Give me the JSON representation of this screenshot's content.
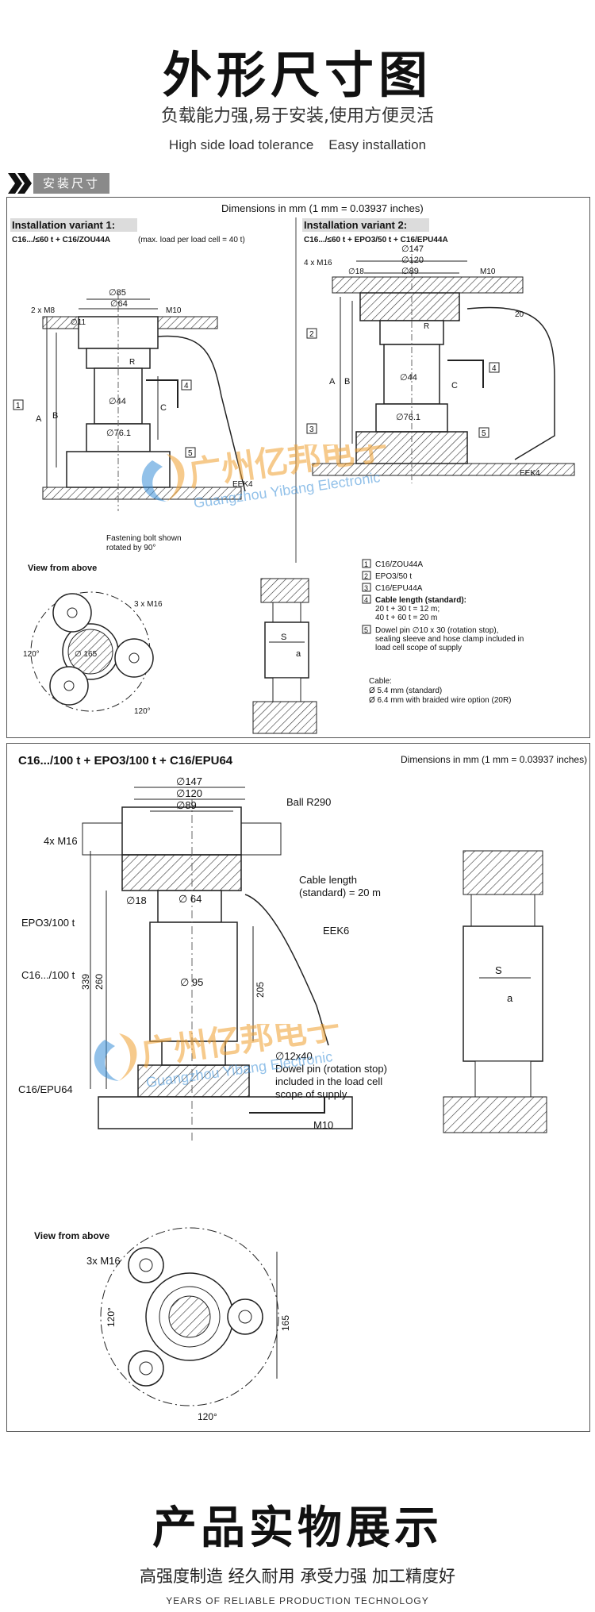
{
  "hero": {
    "title": "外形尺寸图",
    "subtitle": "负载能力强,易于安装,使用方便灵活",
    "english": "High side load tolerance    Easy installation"
  },
  "section_tag": {
    "label": "安装尺寸"
  },
  "panel1": {
    "header": "Dimensions in mm (1 mm = 0.03937 inches)",
    "variant1": {
      "title": "Installation variant 1:",
      "model": "C16.../≤60  t + C16/ZOU44A",
      "note": "(max. load per load cell = 40  t)",
      "dims": [
        "∅85",
        "∅64",
        "2 x M8",
        "∅11",
        "M10",
        "R",
        "∅44",
        "∅76.1",
        "A",
        "B",
        "C",
        "EEK4"
      ],
      "fastening_note_1": "Fastening bolt shown",
      "fastening_note_2": "rotated by 90°",
      "view_from_above": "View from above",
      "top_view_dims": [
        "3 x M16",
        "120°",
        "∅ 165",
        "120°"
      ]
    },
    "variant2": {
      "title": "Installation variant 2:",
      "model": "C16.../≤60 t + EPO3/50  t + C16/EPU44A",
      "dims": [
        "∅147",
        "∅120",
        "4 x M16",
        "∅18",
        "∅89",
        "M10",
        "20",
        "R",
        "∅44",
        "∅76.1",
        "A",
        "B",
        "C",
        "EEK4"
      ]
    },
    "detail_labels": [
      "S",
      "a"
    ],
    "legend": [
      {
        "num": "1",
        "text": "C16/ZOU44A"
      },
      {
        "num": "2",
        "text": "EPO3/50  t"
      },
      {
        "num": "3",
        "text": "C16/EPU44A"
      },
      {
        "num": "4",
        "text": "Cable length (standard):",
        "lines": [
          "20  t + 30  t = 12  m;",
          "40  t + 60  t = 20  m"
        ]
      },
      {
        "num": "5",
        "text": "Dowel pin ∅10 x 30 (rotation stop),",
        "lines": [
          "sealing sleeve and hose clamp included in",
          "load cell scope of supply"
        ]
      }
    ],
    "cable": {
      "title": "Cable:",
      "line1": "Ø 5.4  mm (standard)",
      "line2": "Ø 6.4  mm with braided wire option (20R)"
    }
  },
  "panel2": {
    "title": "C16.../100  t + EPO3/100  t + C16/EPU64",
    "header": "Dimensions in mm (1 mm = 0.03937 inches)",
    "dims": {
      "d147": "∅147",
      "d120": "∅120",
      "d89": "∅89",
      "ball": "Ball R290",
      "m16": "4x M16",
      "d18": "∅18",
      "d64": "∅ 64",
      "cable_len_1": "Cable length",
      "cable_len_2": "(standard) = 20 m",
      "eek": "EEK6",
      "d95": "∅ 95",
      "h339": "339",
      "h260": "260",
      "h205": "205",
      "pin": "∅12x40",
      "dowel_1": "Dowel pin (rotation stop)",
      "dowel_2": "included in the load cell",
      "dowel_3": "scope of supply",
      "m10": "M10"
    },
    "labels": {
      "epo": "EPO3/100 t",
      "c16": "C16.../100 t",
      "epu": "C16/EPU64"
    },
    "side_labels": [
      "S",
      "a"
    ],
    "view_from_above": "View from above",
    "top_view": {
      "m16": "3x M16",
      "a1": "120°",
      "a2": "120°",
      "d165": "165"
    }
  },
  "watermark": {
    "cn": "广州亿邦电子",
    "en": "Guangzhou Yibang Electronic"
  },
  "bottom": {
    "title": "产品实物展示",
    "subtitle": "高强度制造 经久耐用 承受力强 加工精度好",
    "english": "YEARS OF RELIABLE PRODUCTION TECHNOLOGY"
  },
  "colors": {
    "watermark_orange": "#f0a030",
    "watermark_blue": "#3a8fd8",
    "tag_gray": "#8a8a8a"
  }
}
